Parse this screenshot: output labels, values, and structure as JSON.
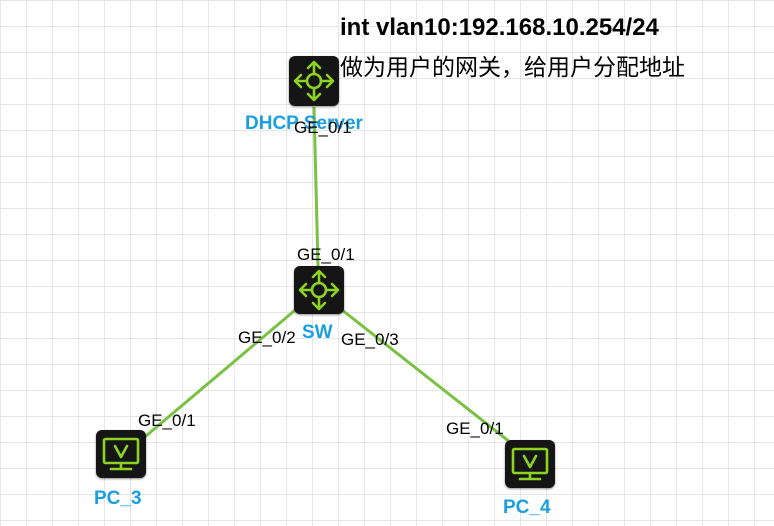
{
  "note": {
    "title": "int vlan10:192.168.10.254/24",
    "subtitle": "做为用户的网关，给用户分配地址"
  },
  "colors": {
    "link": "#7ac143",
    "device_label": "#1a9fe0",
    "icon_green": "#8dd321",
    "device_body": "#151515"
  },
  "devices": {
    "dhcp_server": {
      "label": "DHCP Server",
      "icon": "switch-arrows-icon"
    },
    "sw": {
      "label": "SW",
      "icon": "switch-arrows-icon"
    },
    "pc3": {
      "label": "PC_3",
      "icon": "monitor-icon"
    },
    "pc4": {
      "label": "PC_4",
      "icon": "monitor-icon"
    }
  },
  "links": [
    {
      "from": "DHCP Server",
      "from_port": "GE_0/1",
      "to": "SW",
      "to_port": "GE_0/1"
    },
    {
      "from": "SW",
      "from_port": "GE_0/2",
      "to": "PC_3",
      "to_port": "GE_0/1"
    },
    {
      "from": "SW",
      "from_port": "GE_0/3",
      "to": "PC_4",
      "to_port": "GE_0/1"
    }
  ]
}
